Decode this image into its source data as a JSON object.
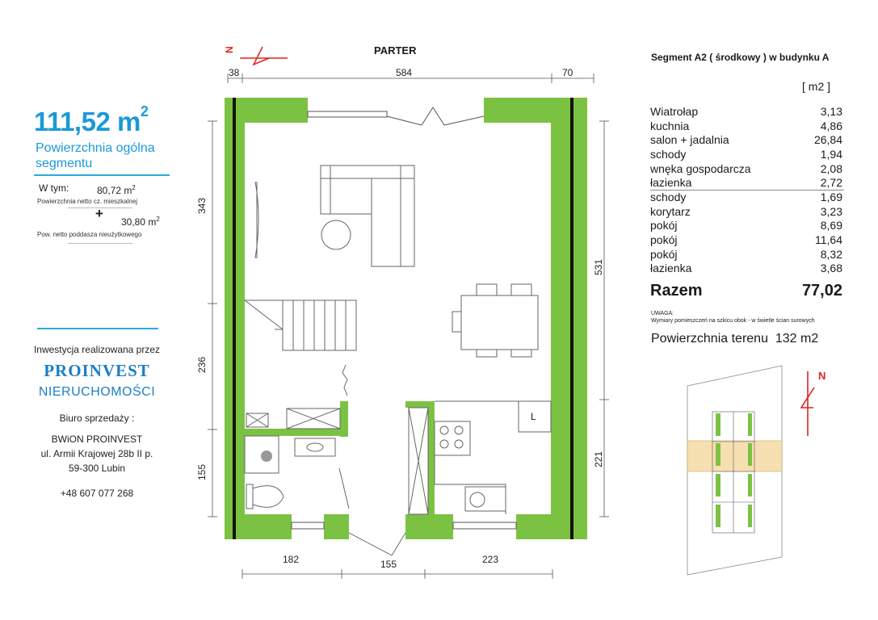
{
  "plan": {
    "title": "PARTER",
    "dims_top": [
      "38",
      "584",
      "70"
    ],
    "dims_bottom": [
      "182",
      "155",
      "223"
    ],
    "dims_left": [
      "343",
      "236",
      "155"
    ],
    "dims_right": [
      "531",
      "221"
    ],
    "north_label": "N",
    "fridge_label": "L"
  },
  "summary": {
    "area_value": "111,52 m",
    "area_sup": "2",
    "area_caption": "Powierzchnia ogólna segmentu",
    "wtym_label": "W tym:",
    "netto_value": "80,72 m",
    "netto_sup": "2",
    "netto_caption": "Powierzchnia netto cz. mieszkalnej",
    "plus": "+",
    "attic_value": "30,80 m",
    "attic_sup": "2",
    "attic_caption": "Pow. netto poddasza nieużytkowego"
  },
  "company": {
    "invest_line": "Inwestycja realizowana przez",
    "name": "PROINVEST",
    "subname": "NIERUCHOMOŚCI",
    "office_label": "Biuro sprzedaży :",
    "office_name": "BWiON PROINVEST",
    "street": "ul. Armii Krajowej 28b II p.",
    "city": "59-300 Lubin",
    "phone": "+48 607 077 268"
  },
  "rooms": {
    "header": "Segment A2 ( środkowy ) w budynku A",
    "unit": "[ m2 ]",
    "items": [
      {
        "name": "Wiatrołap",
        "value": "3,13"
      },
      {
        "name": "kuchnia",
        "value": "4,86"
      },
      {
        "name": "salon + jadalnia",
        "value": "26,84"
      },
      {
        "name": "schody",
        "value": "1,94"
      },
      {
        "name": "wnęka gospodarcza",
        "value": "2,08"
      },
      {
        "name": "łazienka",
        "value": "2,72"
      },
      {
        "name": "schody",
        "value": "1,69"
      },
      {
        "name": "korytarz",
        "value": "3,23"
      },
      {
        "name": "pokój",
        "value": "8,69"
      },
      {
        "name": "pokój",
        "value": "11,64"
      },
      {
        "name": "pokój",
        "value": "8,32"
      },
      {
        "name": "łazienka",
        "value": "3,68"
      }
    ],
    "total_label": "Razem",
    "total_value": "77,02",
    "note_title": "UWAGA:",
    "note_text": "Wymiary pomieszczeń na szkicu obok - w świetle ścian surowych",
    "plot_area": "Powierzchnia terenu  132 m2"
  },
  "colors": {
    "wall_green": "#7cc242",
    "accent_blue": "#1b9ad6",
    "highlight": "#f6dfb0"
  }
}
